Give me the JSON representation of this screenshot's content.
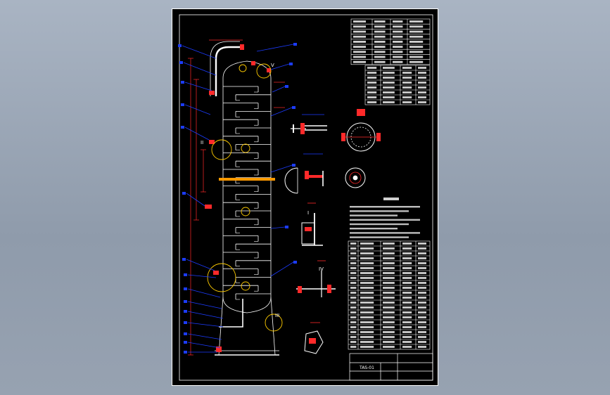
{
  "drawing": {
    "section_labels": [
      "I",
      "II",
      "III",
      "IV",
      "V"
    ],
    "title_block_text": "TAS-01",
    "colors": {
      "background": "#000000",
      "frame": "#ffffff",
      "vessel": "#ffffff",
      "dimension": "#ff2a2a",
      "leader": "#1c3cff",
      "marker": "#ffff00",
      "highlight": "#ff9900",
      "detail_ring": "#ffcc00"
    }
  }
}
